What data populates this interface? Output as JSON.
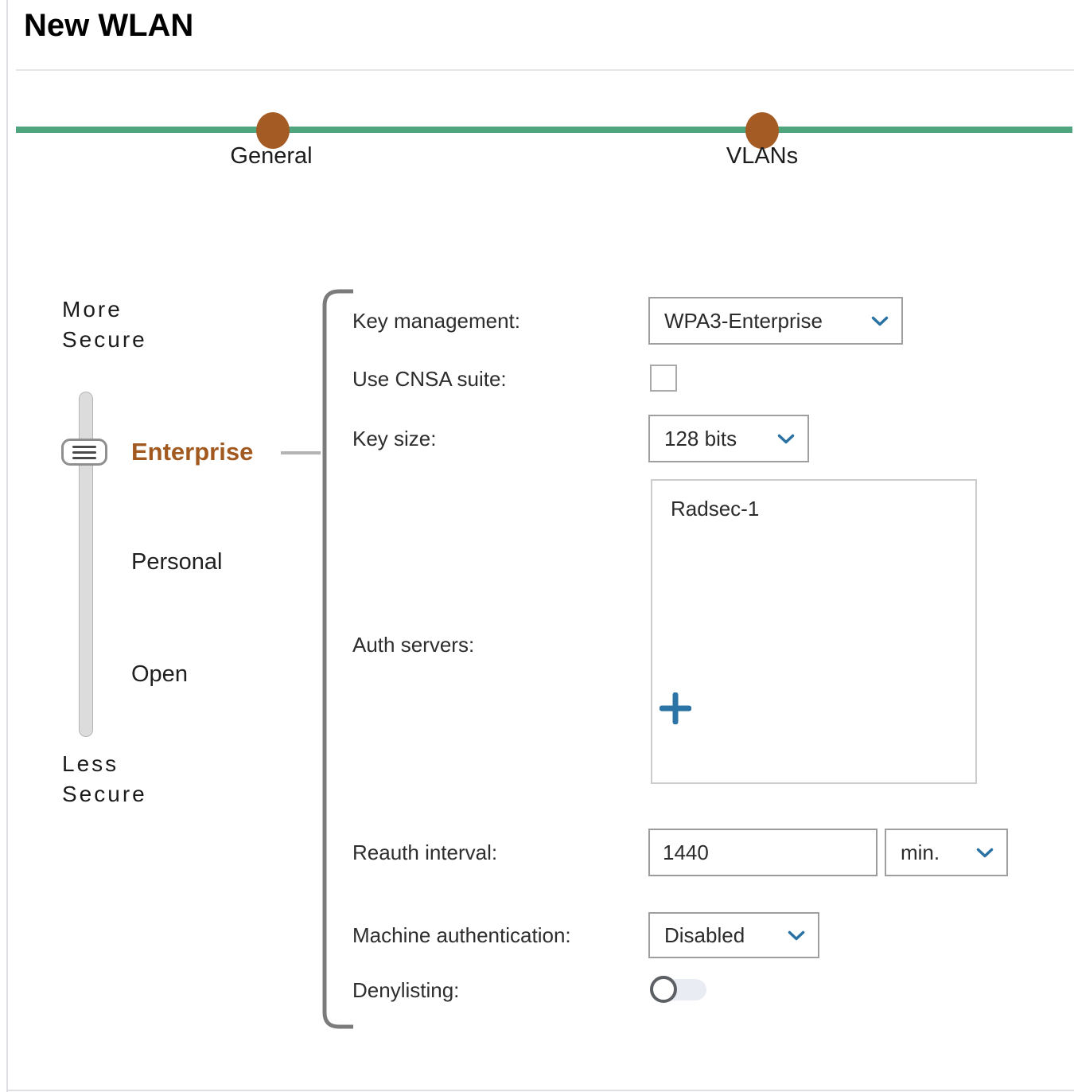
{
  "page": {
    "title": "New WLAN"
  },
  "stepper": {
    "steps": [
      {
        "label": "General"
      },
      {
        "label": "VLANs"
      }
    ]
  },
  "security": {
    "top_label": "More Secure",
    "bottom_label": "Less Secure",
    "options": [
      {
        "label": "Enterprise",
        "selected": true
      },
      {
        "label": "Personal",
        "selected": false
      },
      {
        "label": "Open",
        "selected": false
      }
    ]
  },
  "form": {
    "key_management": {
      "label": "Key management:",
      "value": "WPA3-Enterprise"
    },
    "use_cnsa": {
      "label": "Use CNSA suite:",
      "checked": false
    },
    "key_size": {
      "label": "Key size:",
      "value": "128 bits"
    },
    "auth_servers": {
      "label": "Auth servers:",
      "items": [
        "Radsec-1"
      ]
    },
    "reauth_interval": {
      "label": "Reauth interval:",
      "value": "1440",
      "unit": "min."
    },
    "machine_auth": {
      "label": "Machine authentication:",
      "value": "Disabled"
    },
    "denylisting": {
      "label": "Denylisting:",
      "enabled": false
    }
  },
  "icons": {
    "dropdown": "chevron-down-icon",
    "add_server": "plus-icon",
    "slider_grip": "drag-handle-icon"
  },
  "colors": {
    "stepper_line": "#4fa67e",
    "stepper_dot": "#a45c24",
    "selected_option": "#a2591f",
    "accent_blue": "#2a72a3",
    "toggle_track": "#e9edf3"
  }
}
